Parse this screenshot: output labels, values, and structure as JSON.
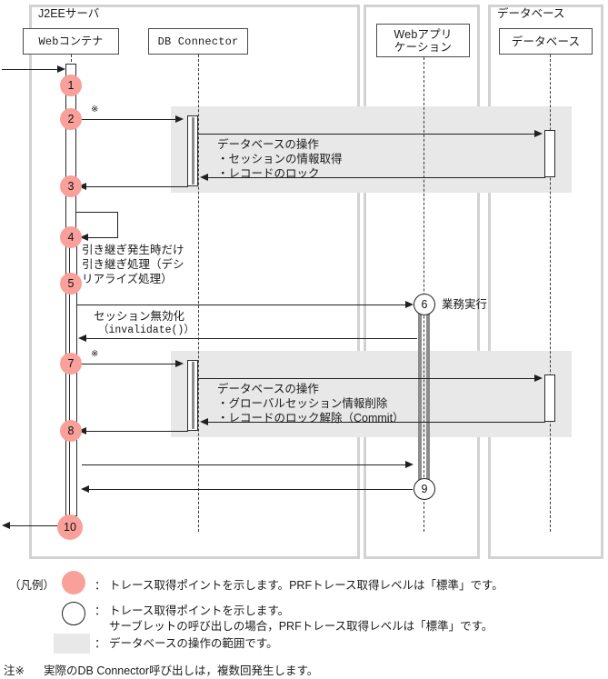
{
  "diagram": {
    "type": "uml-sequence-diagram",
    "frames": [
      {
        "id": "j2ee",
        "title": "J2EEサーバ"
      },
      {
        "id": "webapp",
        "title": ""
      },
      {
        "id": "database",
        "title": "データベース"
      }
    ],
    "participants": [
      {
        "id": "webcontainer",
        "label": "Webコンテナ"
      },
      {
        "id": "dbconnector",
        "label": "DB Connector"
      },
      {
        "id": "webapplication",
        "label": "Webアプリ\nケーション"
      },
      {
        "id": "db",
        "label": "データベース"
      }
    ],
    "trace_points": [
      {
        "n": "1",
        "style": "filled"
      },
      {
        "n": "2",
        "style": "filled"
      },
      {
        "n": "3",
        "style": "filled"
      },
      {
        "n": "4",
        "style": "filled"
      },
      {
        "n": "5",
        "style": "filled"
      },
      {
        "n": "6",
        "style": "hollow"
      },
      {
        "n": "7",
        "style": "filled"
      },
      {
        "n": "8",
        "style": "filled"
      },
      {
        "n": "9",
        "style": "hollow"
      },
      {
        "n": "10",
        "style": "filled"
      }
    ],
    "annotations": {
      "note_mark_1": "※",
      "note_mark_2": "※",
      "db_op_1_title": "データベースの操作",
      "db_op_1_items": "・セッションの情報取得\n・レコードのロック",
      "takeover": "引き継ぎ発生時だけ\n引き継ぎ処理（デシ\nリアライズ処理）",
      "session_invalidate_1": "セッション無効化",
      "session_invalidate_2": "（invalidate()）",
      "business_exec": "業務実行",
      "db_op_2_title": "データベースの操作",
      "db_op_2_items": "・グローバルセッション情報削除\n・レコードのロック解除（Commit）"
    }
  },
  "legend": {
    "heading": "（凡例）",
    "rows": [
      {
        "swatch": "filled-circle",
        "text": "： トレース取得ポイントを示します。PRFトレース取得レベルは「標準」です。"
      },
      {
        "swatch": "hollow-circle",
        "text": "： トレース取得ポイントを示します。\n　 サーブレットの呼び出しの場合，PRFトレース取得レベルは「標準」です。"
      },
      {
        "swatch": "gray-rect",
        "text": "： データベースの操作の範囲です。"
      }
    ]
  },
  "footnote": {
    "label": "注※",
    "text": "実際のDB Connector呼び出しは，複数回発生します。"
  },
  "colors": {
    "trace_point_fill": "#f9a09a",
    "band_fill": "#e8e8e8",
    "frame_border": "#d2d2d2",
    "line": "#1f1f1f"
  }
}
